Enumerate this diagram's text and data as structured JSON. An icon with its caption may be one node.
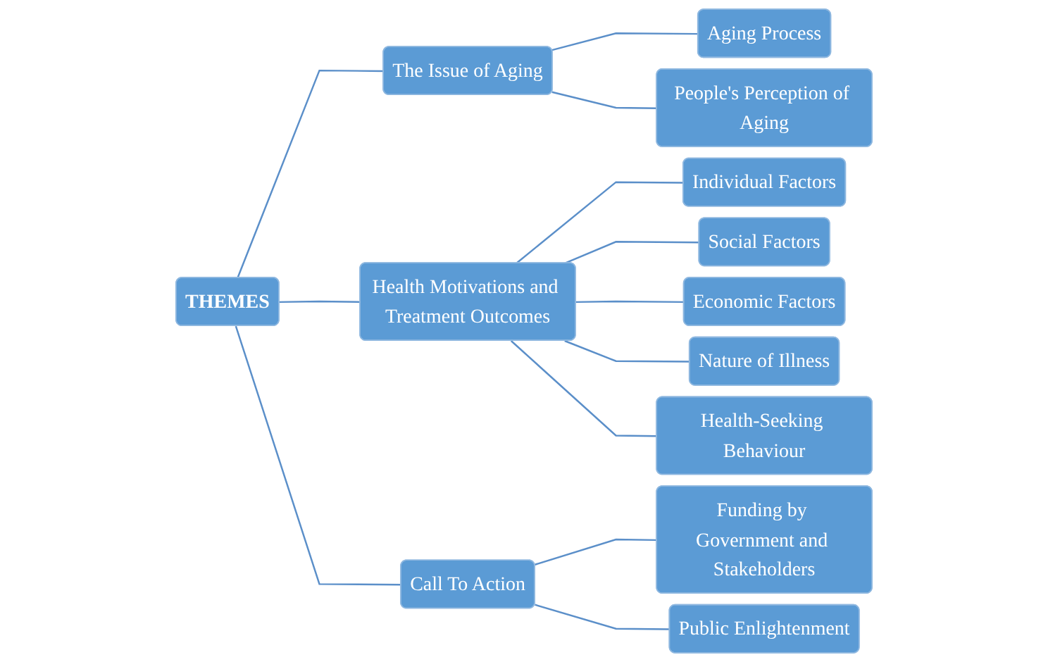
{
  "diagram": {
    "nodes": [
      {
        "text": [
          "THEMES"
        ]
      },
      {
        "text": [
          "The Issue of Aging"
        ]
      },
      {
        "text": [
          "Aging Process"
        ]
      },
      {
        "text": [
          "People's Perception of Aging"
        ]
      },
      {
        "text": [
          "Health Motivations and Treatment Outcomes"
        ]
      },
      {
        "text": [
          "Individual Factors"
        ]
      },
      {
        "text": [
          "Social Factors"
        ]
      },
      {
        "text": [
          "Economic Factors"
        ]
      },
      {
        "text": [
          "Nature of Illness"
        ]
      },
      {
        "text": [
          "Health-Seeking Behaviour"
        ]
      },
      {
        "text": [
          "Call To Action"
        ]
      },
      {
        "text": [
          "Funding by Government and Stakeholders"
        ]
      },
      {
        "text": [
          "Public Enlightenment"
        ]
      }
    ],
    "edges": [
      {
        "from": 0,
        "to": 1,
        "arrow": "none"
      },
      {
        "from": 0,
        "to": 4,
        "arrow": "none"
      },
      {
        "from": 0,
        "to": 10,
        "arrow": "none"
      },
      {
        "from": 1,
        "to": 2,
        "arrow": "none"
      },
      {
        "from": 1,
        "to": 3,
        "arrow": "none"
      },
      {
        "from": 4,
        "to": 5,
        "arrow": "none"
      },
      {
        "from": 4,
        "to": 6,
        "arrow": "none"
      },
      {
        "from": 4,
        "to": 7,
        "arrow": "none"
      },
      {
        "from": 4,
        "to": 8,
        "arrow": "none"
      },
      {
        "from": 4,
        "to": 9,
        "arrow": "none"
      },
      {
        "from": 10,
        "to": 11,
        "arrow": "none"
      },
      {
        "from": 10,
        "to": 12,
        "arrow": "none"
      }
    ]
  }
}
